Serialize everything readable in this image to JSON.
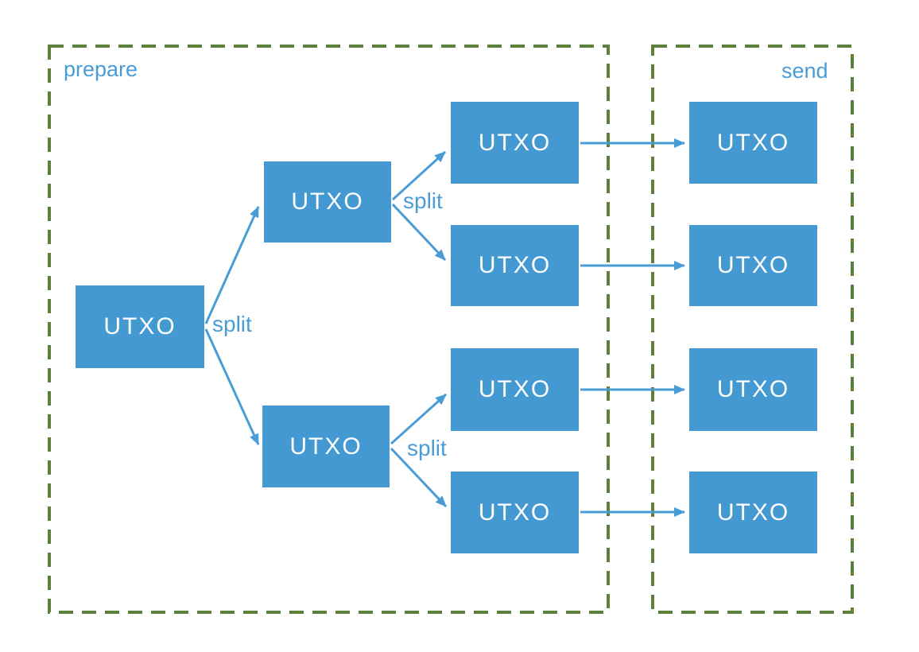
{
  "figure": {
    "type": "flow-diagram",
    "description": "A single UTXO is split twice during a prepare stage, producing four UTXOs; each prepared UTXO is then sent to a new UTXO in the send stage."
  },
  "colors": {
    "box-fill": "#4499D3",
    "accent": "#4A9CD6",
    "frame-green": "#5C7F3C",
    "node-text": "#FFFFFF",
    "background": "#FFFFFF"
  },
  "regions": {
    "prepare": {
      "label": "prepare"
    },
    "send": {
      "label": "send"
    }
  },
  "nodes": [
    {
      "id": "root",
      "label": "UTXO",
      "stage": "prepare"
    },
    {
      "id": "mid-top",
      "label": "UTXO",
      "stage": "prepare"
    },
    {
      "id": "mid-bottom",
      "label": "UTXO",
      "stage": "prepare"
    },
    {
      "id": "prep-1",
      "label": "UTXO",
      "stage": "prepare"
    },
    {
      "id": "prep-2",
      "label": "UTXO",
      "stage": "prepare"
    },
    {
      "id": "prep-3",
      "label": "UTXO",
      "stage": "prepare"
    },
    {
      "id": "prep-4",
      "label": "UTXO",
      "stage": "prepare"
    },
    {
      "id": "send-1",
      "label": "UTXO",
      "stage": "send"
    },
    {
      "id": "send-2",
      "label": "UTXO",
      "stage": "send"
    },
    {
      "id": "send-3",
      "label": "UTXO",
      "stage": "send"
    },
    {
      "id": "send-4",
      "label": "UTXO",
      "stage": "send"
    }
  ],
  "split_labels": [
    {
      "text": "split"
    },
    {
      "text": "split"
    },
    {
      "text": "split"
    }
  ],
  "edges": [
    {
      "from": "root",
      "to": "mid-top",
      "label": "split"
    },
    {
      "from": "root",
      "to": "mid-bottom",
      "label": "split"
    },
    {
      "from": "mid-top",
      "to": "prep-1",
      "label": "split"
    },
    {
      "from": "mid-top",
      "to": "prep-2",
      "label": "split"
    },
    {
      "from": "mid-bottom",
      "to": "prep-3",
      "label": "split"
    },
    {
      "from": "mid-bottom",
      "to": "prep-4",
      "label": "split"
    },
    {
      "from": "prep-1",
      "to": "send-1"
    },
    {
      "from": "prep-2",
      "to": "send-2"
    },
    {
      "from": "prep-3",
      "to": "send-3"
    },
    {
      "from": "prep-4",
      "to": "send-4"
    }
  ]
}
